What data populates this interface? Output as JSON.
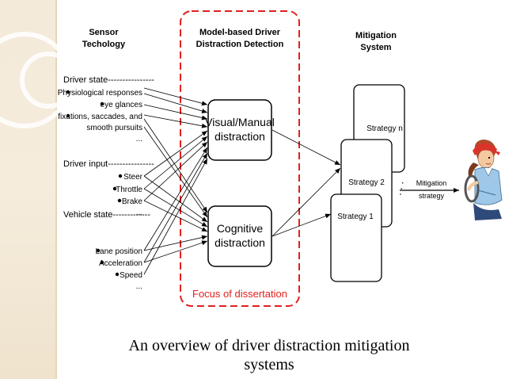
{
  "columns": {
    "sensor": [
      "Sensor",
      "Techology"
    ],
    "detection": [
      "Model-based Driver",
      "Distraction Detection"
    ],
    "mitigation": [
      "Mitigation",
      "System"
    ]
  },
  "sensor_groups": {
    "driver_state": {
      "heading": "Driver state----------------",
      "items": [
        "Physiological responses",
        "eye glances",
        "fixations, saccades, and",
        "smooth pursuits",
        "..."
      ]
    },
    "driver_input": {
      "heading": "Driver input----------------",
      "items": [
        "Steer",
        "Throttle",
        "Brake",
        "..."
      ]
    },
    "vehicle_state": {
      "heading": "Vehicle state-------------",
      "items": [
        "Lane position",
        "Acceleration",
        "Speed",
        "..."
      ]
    }
  },
  "detection_boxes": {
    "visual_manual": [
      "Visual/Manual",
      "distraction"
    ],
    "cognitive": [
      "Cognitive",
      "distraction"
    ]
  },
  "focus_label": "Focus of dissertation",
  "strategies": {
    "n": "Strategy n",
    "two": "Strategy 2",
    "one": "Strategy 1",
    "ellipsis": ". . ."
  },
  "mitigation_strategy": [
    "Mitigation",
    "strategy"
  ],
  "caption": [
    "An overview of driver distraction mitigation",
    "systems"
  ],
  "colors": {
    "focus_red": "#e02020",
    "background_band": "#f3ead9"
  },
  "icons": {
    "driver": "driver-clipart-icon"
  }
}
